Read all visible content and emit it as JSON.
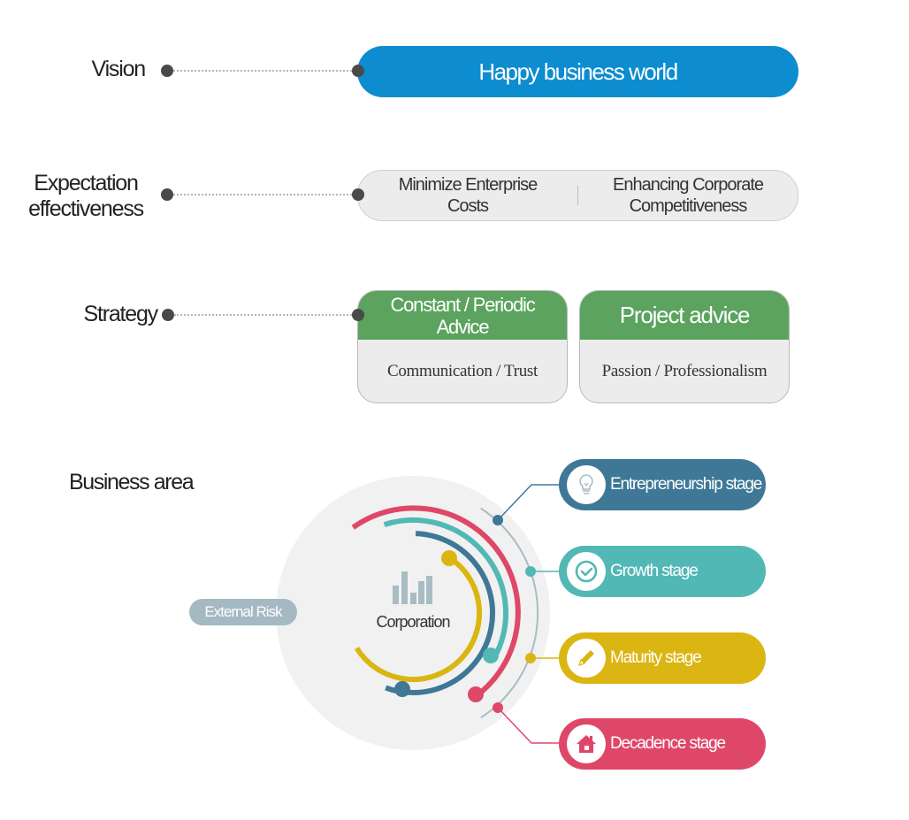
{
  "rows": {
    "vision": {
      "label": "Vision",
      "value": "Happy business world",
      "color": "#0d8ccf"
    },
    "expectation": {
      "label_line1": "Expectation",
      "label_line2": "effectiveness",
      "items": [
        {
          "line1": "Minimize Enterprise",
          "line2": "Costs"
        },
        {
          "line1": "Enhancing Corporate",
          "line2": "Competitiveness"
        }
      ]
    },
    "strategy": {
      "label": "Strategy",
      "cards": [
        {
          "title_line1": "Constant / Periodic",
          "title_line2": "Advice",
          "body": "Communication / Trust"
        },
        {
          "title_line1": "Project advice",
          "title_line2": "",
          "body": "Passion /  Professionalism"
        }
      ],
      "header_color": "#5ba35e"
    }
  },
  "business_area": {
    "title": "Business area",
    "center_label": "Corporation",
    "center_icon": "bar-chart-icon",
    "external_label": "External Risk",
    "stages": [
      {
        "label": "Entrepreneurship stage",
        "icon": "lightbulb-icon",
        "color": "#3e7896"
      },
      {
        "label": "Growth stage",
        "icon": "check-circle-icon",
        "color": "#52b8b5"
      },
      {
        "label": "Maturity stage",
        "icon": "pencil-icon",
        "color": "#dbb512"
      },
      {
        "label": "Decadence stage",
        "icon": "house-icon",
        "color": "#df4769"
      }
    ]
  }
}
